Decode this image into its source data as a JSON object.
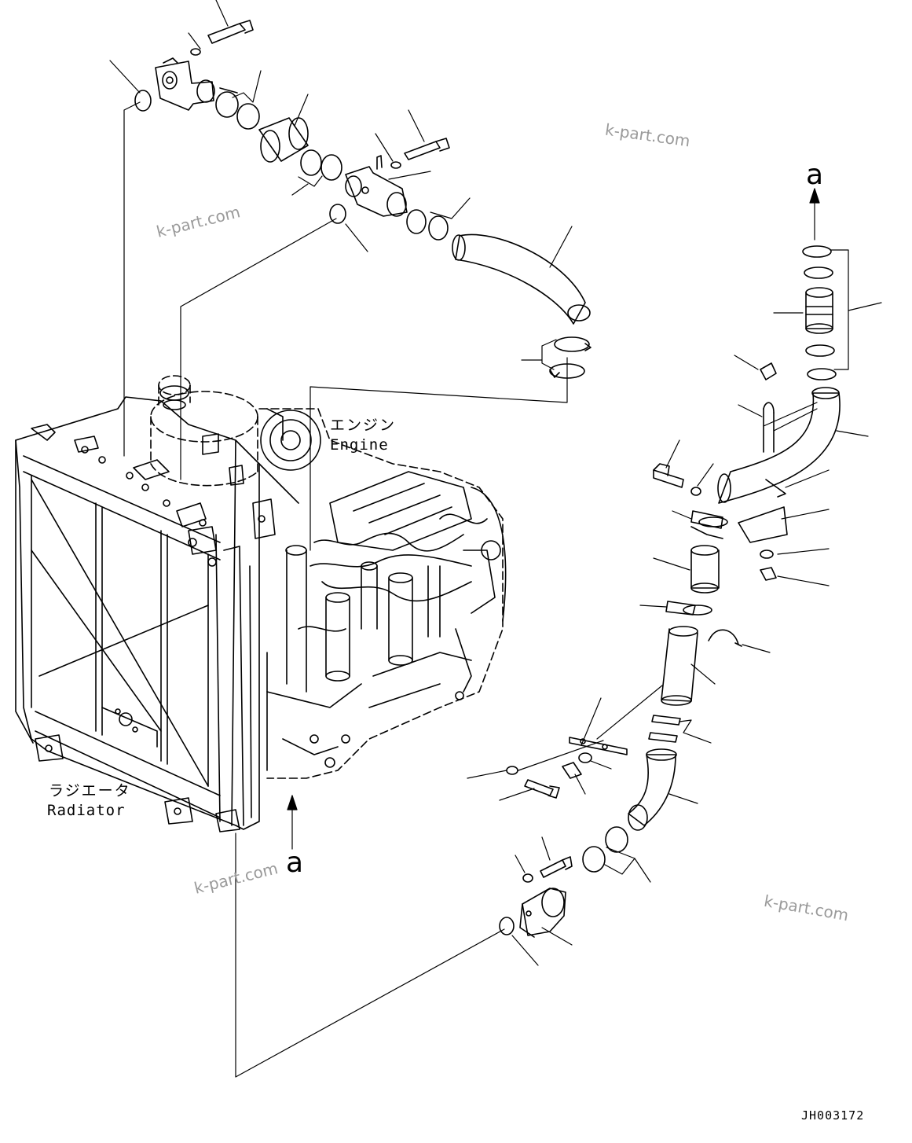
{
  "labels": {
    "engine_jp": "エンジン",
    "engine_en": "Engine",
    "radiator_jp": "ラジエータ",
    "radiator_en": "Radiator",
    "arrow_top": "a",
    "arrow_bottom": "a"
  },
  "watermarks": [
    "k-part.com",
    "k-part.com",
    "k-part.com",
    "k-part.com"
  ],
  "drawing_code": "JH003172",
  "colors": {
    "line": "#000000",
    "dashed": "#000000",
    "watermark": "#9a9a9a",
    "background": "#ffffff"
  }
}
